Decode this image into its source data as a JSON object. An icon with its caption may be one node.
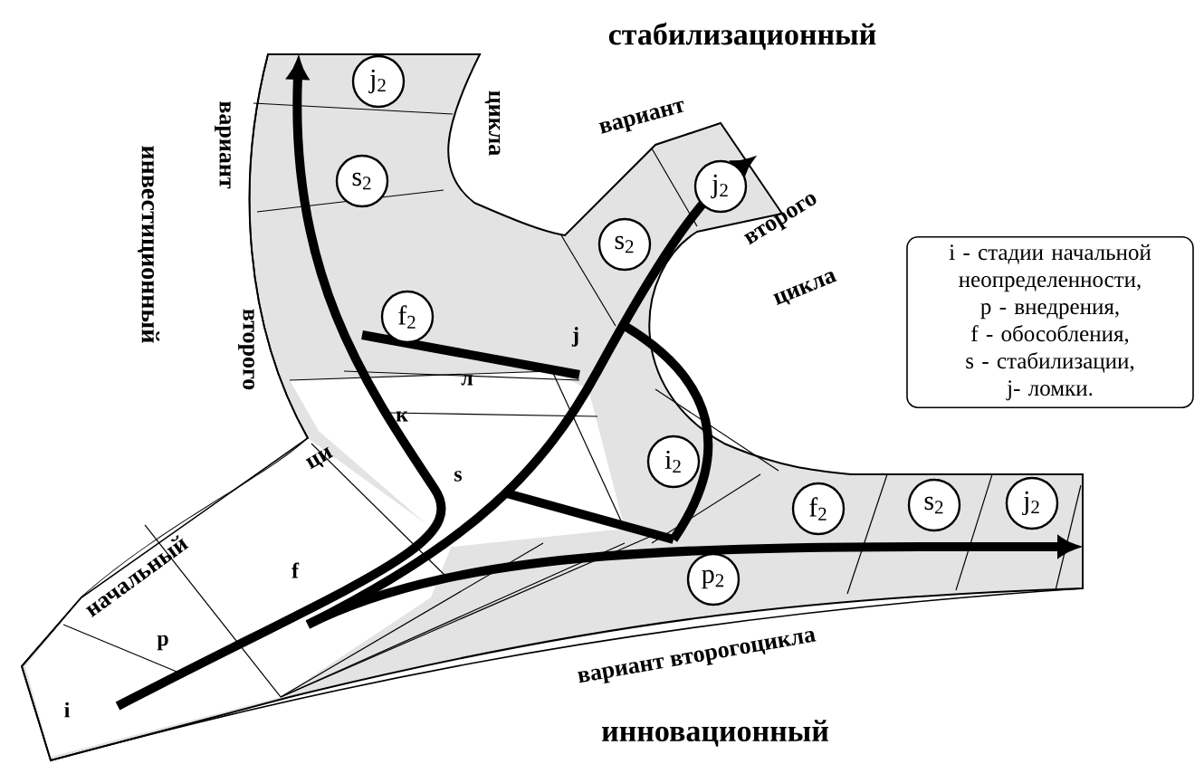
{
  "diagram": {
    "nodes": [
      {
        "text": [
          "j$_{2}$"
        ]
      },
      {
        "text": [
          "s$_{2}$"
        ]
      },
      {
        "text": [
          "j$_{2}$"
        ]
      },
      {
        "text": [
          "s$_{2}$"
        ]
      },
      {
        "text": [
          "f$_{2}$"
        ]
      },
      {
        "text": [
          "i$_{2}$"
        ]
      },
      {
        "text": [
          "f$_{2}$"
        ]
      },
      {
        "text": [
          "s$_{2}$"
        ]
      },
      {
        "text": [
          "j$_{2}$"
        ]
      },
      {
        "text": [
          "p$_{2}$"
        ]
      },
      {
        "text": [
          "i - стадии начальной неопределенности,",
          "p - внедрения,",
          "f - обособления,",
          "s - стабилизации,",
          "j- ломки."
        ]
      }
    ],
    "labels": [
      "стабилизационный",
      "инвестиционный",
      "вариант",
      "второго",
      "цикла",
      "вариант",
      "второго",
      "цикла",
      "j",
      "л",
      "к",
      "ци",
      "s",
      "начальный",
      "f",
      "p",
      "i",
      "вариант второгоцикла",
      "инновационный"
    ]
  }
}
